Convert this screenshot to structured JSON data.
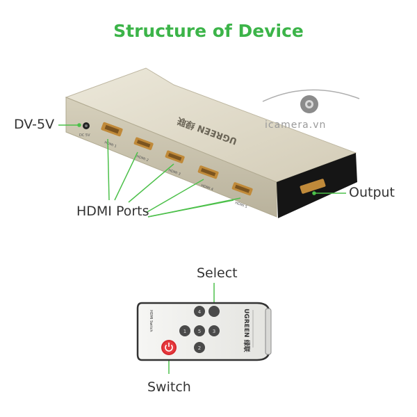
{
  "title": "Structure of Device",
  "labels": {
    "power": "DV-5V",
    "hdmi_ports": "HDMI Ports",
    "output": "Output",
    "select": "Select",
    "switch": "Switch"
  },
  "device": {
    "brand_text": "UGREEN 绿联",
    "power_port_text": "DC 5V",
    "port_labels": [
      "HDMI 1",
      "HDMI 2",
      "HDMI 3",
      "HDMI 4",
      "HDMI 5"
    ]
  },
  "remote": {
    "brand_text": "UGREEN 绿联",
    "side_text": "HDMI Switch",
    "buttons": [
      "1",
      "2",
      "3",
      "4",
      "5"
    ]
  },
  "watermark": {
    "text": "icamera.vn"
  },
  "colors": {
    "accent_green": "#3cb449",
    "callout_line": "#4cc04a",
    "device_body": "#dcd7c6",
    "device_front": "#cbc5b1",
    "hdmi_port": "#c08a3a",
    "power_button": "#d6282d"
  }
}
